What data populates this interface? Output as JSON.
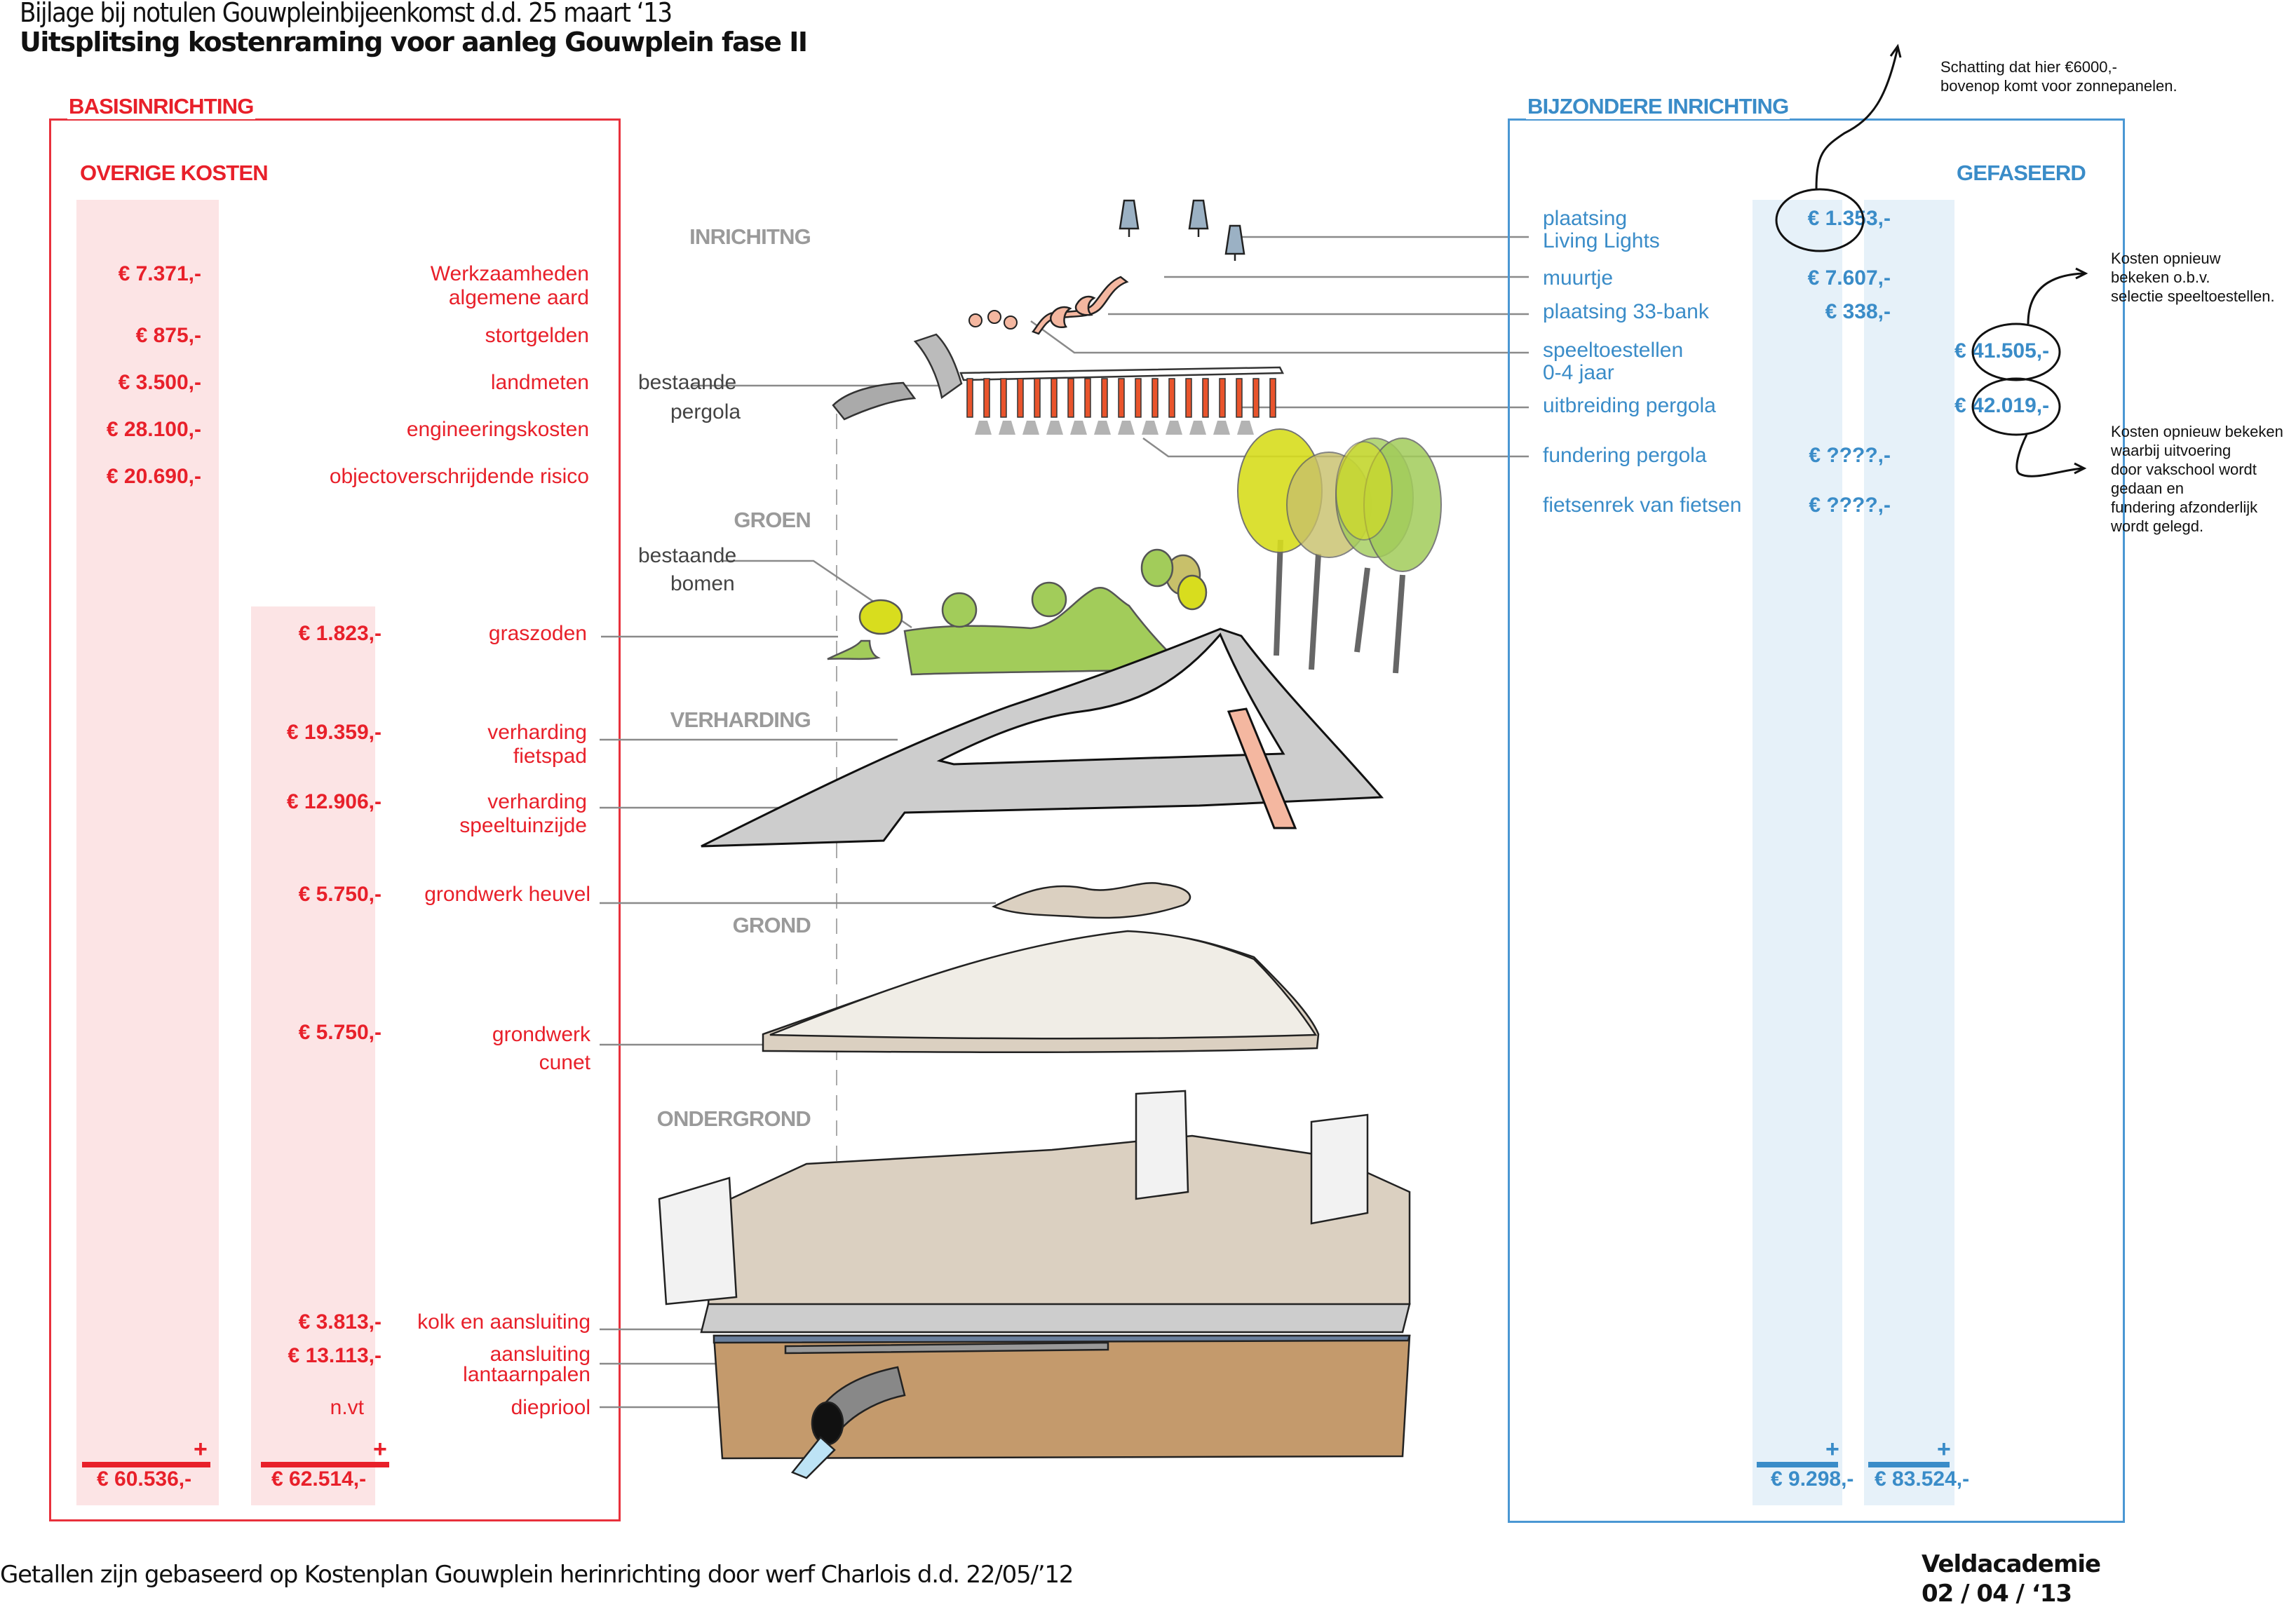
{
  "header": {
    "line1": "Bijlage bij notulen Gouwpleinbijeenkomst d.d. 25 maart ‘13",
    "line2": "Uitsplitsing kostenraming voor aanleg Gouwplein fase II"
  },
  "colors": {
    "basis_red": "#e8202a",
    "basis_col_bg": "#fce4e5",
    "bijzonder_blue": "#3a8cc8",
    "bijzonder_col_bg": "#e6f1f9",
    "layer_label_grey": "#9a9a9a"
  },
  "basis": {
    "title": "BASISINRICHTING",
    "overige": {
      "title": "OVERIGE KOSTEN",
      "items": [
        {
          "value": "€ 7.371,-",
          "label_lines": [
            "Werkzaamheden",
            "algemene aard"
          ]
        },
        {
          "value": "€ 875,-",
          "label_lines": [
            "stortgelden"
          ]
        },
        {
          "value": "€ 3.500,-",
          "label_lines": [
            "landmeten"
          ]
        },
        {
          "value": "€ 28.100,-",
          "label_lines": [
            "engineeringskosten"
          ]
        },
        {
          "value": "€ 20.690,-",
          "label_lines": [
            "objectoverschrijdende risico"
          ]
        }
      ],
      "plus": "+",
      "total": "€ 60.536,-"
    },
    "aanleg": {
      "items": [
        {
          "value": "€ 1.823,-",
          "label_lines": [
            "graszoden"
          ]
        },
        {
          "value": "€ 19.359,-",
          "label_lines": [
            "verharding",
            "fietspad"
          ]
        },
        {
          "value": "€ 12.906,-",
          "label_lines": [
            "verharding",
            "speeltuinzijde"
          ]
        },
        {
          "value": "€ 5.750,-",
          "label_lines": [
            "grondwerk heuvel"
          ]
        },
        {
          "value": "€ 5.750,-",
          "label_lines": [
            "grondwerk",
            "cunet"
          ]
        },
        {
          "value": "€ 3.813,-",
          "label_lines": [
            "kolk en aansluiting"
          ]
        },
        {
          "value": "€ 13.113,-",
          "label_lines": [
            "aansluiting",
            "lantaarnpalen"
          ]
        },
        {
          "value": "n.vt",
          "label_lines": [
            "diepriool"
          ]
        }
      ],
      "plus": "+",
      "total": "€ 62.514,-"
    }
  },
  "layers": {
    "inrichting": "INRICHITNG",
    "groen": "GROEN",
    "verharding": "VERHARDING",
    "grond": "GROND",
    "ondergrond": "ONDERGROND",
    "bestaande_pergola": [
      "bestaande",
      "pergola"
    ],
    "bestaande_bomen": [
      "bestaande",
      "bomen"
    ]
  },
  "bijzonder": {
    "title": "BIJZONDERE INRICHTING",
    "gefaseerd_title": "GEFASEERD",
    "items": [
      {
        "label_lines": [
          "plaatsing",
          "Living Lights"
        ],
        "value": "€ 1.353,-",
        "gefaseerd": "",
        "circled": true
      },
      {
        "label_lines": [
          "muurtje"
        ],
        "value": "€ 7.607,-",
        "gefaseerd": ""
      },
      {
        "label_lines": [
          "plaatsing 33-bank"
        ],
        "value": "€ 338,-",
        "gefaseerd": ""
      },
      {
        "label_lines": [
          "speeltoestellen",
          "0-4 jaar"
        ],
        "value": "",
        "gefaseerd": "€ 41.505,-",
        "circled": true
      },
      {
        "label_lines": [
          "uitbreiding pergola"
        ],
        "value": "",
        "gefaseerd": "€ 42.019,-",
        "circled": true
      },
      {
        "label_lines": [
          "fundering pergola"
        ],
        "value": "€ ????,-",
        "gefaseerd": ""
      },
      {
        "label_lines": [
          "fietsenrek van fietsen"
        ],
        "value": "€ ????,-",
        "gefaseerd": ""
      }
    ],
    "plus": "+",
    "total": "€ 9.298,-",
    "gefaseerd_total": "€ 83.524,-"
  },
  "annotations": {
    "zonnepanelen": [
      "Schatting dat hier €6000,-",
      "bovenop komt voor zonnepanelen."
    ],
    "speeltoestellen": [
      "Kosten opnieuw",
      "bekeken o.b.v.",
      "selectie speeltoestellen."
    ],
    "pergola": [
      "Kosten opnieuw bekeken",
      "waarbij uitvoering",
      "door vakschool wordt",
      "gedaan en",
      "fundering afzonderlijk",
      "wordt gelegd."
    ]
  },
  "footer": {
    "source": "Getallen zijn gebaseerd op  Kostenplan Gouwplein herinrichting door werf Charlois d.d. 22/05/’12",
    "org": "Veldacademie",
    "date": "02 / 04 / ‘13"
  }
}
